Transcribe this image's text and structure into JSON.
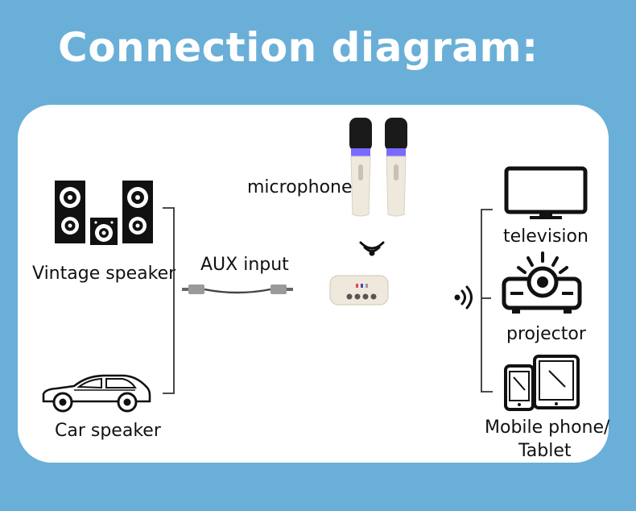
{
  "title": "Connection diagram:",
  "labels": {
    "microphone": "microphone",
    "vintage_speaker": "Vintage speaker",
    "aux_input": "AUX input",
    "car_speaker": "Car speaker",
    "television": "television",
    "projector": "projector",
    "mobile_line1": "Mobile phone/",
    "mobile_line2": "Tablet"
  },
  "icons": [
    "speakers-icon",
    "car-icon",
    "aux-cable-icon",
    "microphone-icon",
    "receiver-icon",
    "wireless-signal-icon",
    "television-icon",
    "projector-icon",
    "phone-tablet-icon"
  ],
  "colors": {
    "background": "#6aafd8",
    "panel": "#ffffff",
    "icon": "#111111",
    "device": "#efe9dd"
  }
}
